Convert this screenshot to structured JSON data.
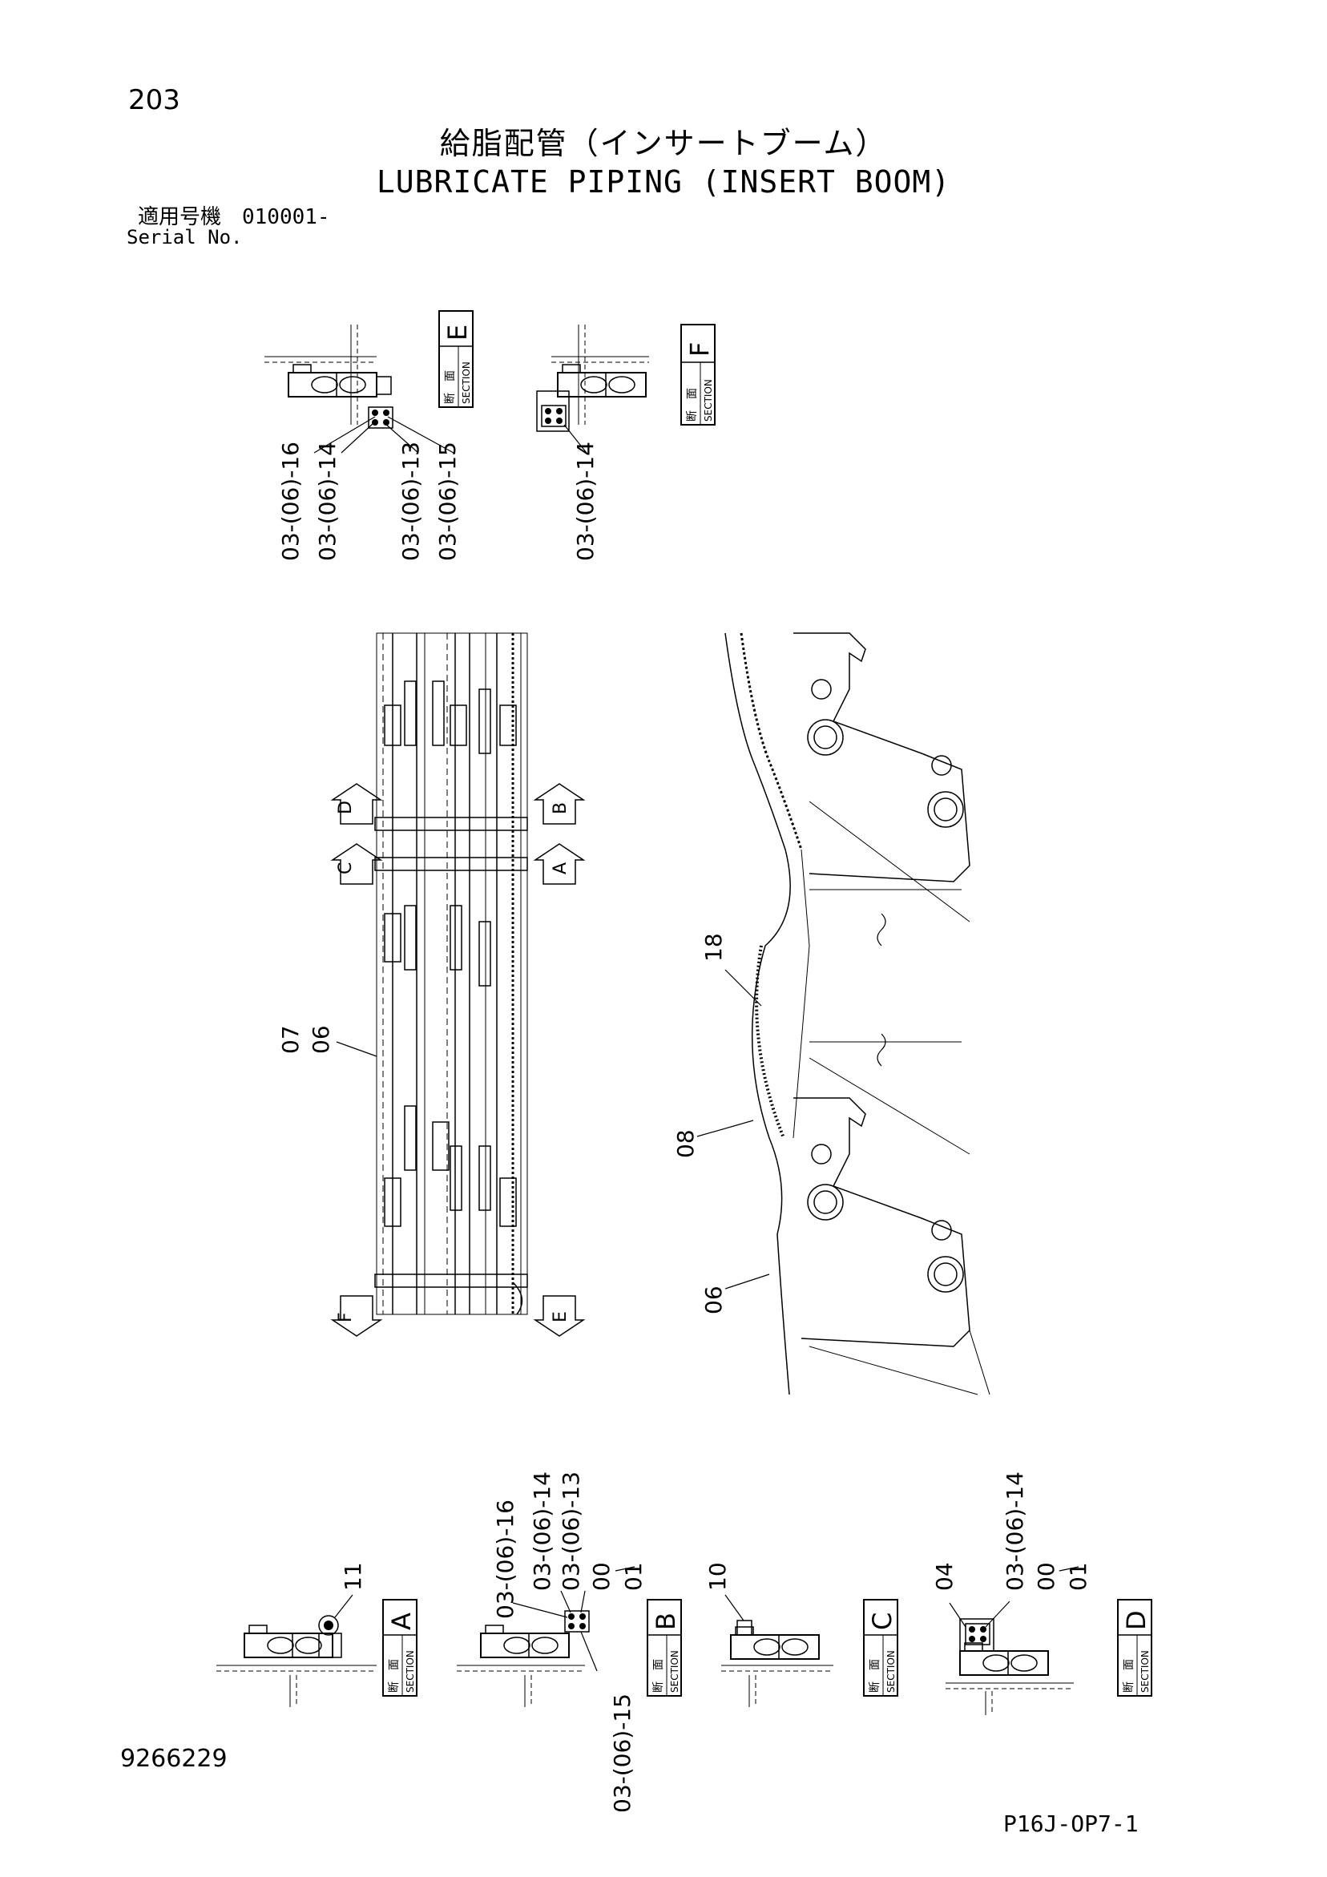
{
  "page_number": "203",
  "title_jp": "給脂配管（インサートブーム）",
  "title_en": "LUBRICATE PIPING (INSERT BOOM)",
  "serial_jp_label": "適用号機　010001-",
  "serial_en_label": "Serial No.",
  "doc_number": "9266229",
  "sheet_id": "P16J-OP7-1",
  "section_kanji": "断　面",
  "section_word": "SECTION",
  "sections": {
    "E": "E",
    "F": "F",
    "A": "A",
    "B": "B",
    "C": "C",
    "D": "D"
  },
  "arrow_letters": {
    "d": "D",
    "c": "C",
    "b": "B",
    "a": "A",
    "f": "F",
    "e": "E"
  },
  "callouts": {
    "e_16": "03-(06)-16",
    "e_14": "03-(06)-14",
    "e_13": "03-(06)-13",
    "e_15": "03-(06)-15",
    "f_14": "03-(06)-14",
    "p_07": "07",
    "p_06a": "06",
    "p_18": "18",
    "p_08": "08",
    "p_06b": "06",
    "a_11": "11",
    "b_16": "03-(06)-16",
    "b_14": "03-(06)-14",
    "b_13": "03-(06)-13",
    "b_00": "00",
    "b_01": "01",
    "b_15": "03-(06)-15",
    "c_10": "10",
    "d_04": "04",
    "d_14": "03-(06)-14",
    "d_00": "00",
    "d_01": "01"
  }
}
